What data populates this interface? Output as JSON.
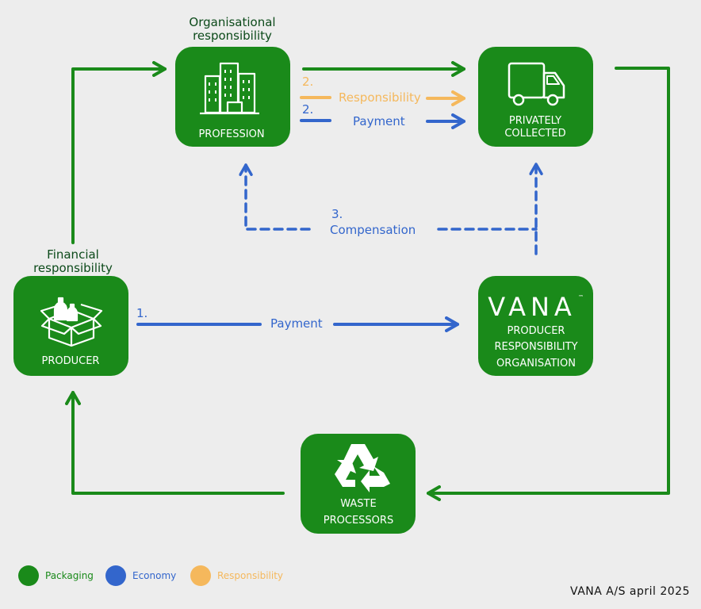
{
  "boxes": {
    "profession": {
      "caption_lines": [
        "Organisational",
        "responsibility"
      ],
      "label_lines": [
        "PROFESSION"
      ]
    },
    "privately_collected": {
      "label_lines": [
        "PRIVATELY",
        "COLLECTED"
      ]
    },
    "producer": {
      "caption_lines": [
        "Financial",
        "responsibility"
      ],
      "label_lines": [
        "PRODUCER"
      ]
    },
    "vana": {
      "logo_text": "VANA",
      "trademark": "™",
      "label_lines": [
        "PRODUCER",
        "RESPONSIBILITY",
        "ORGANISATION"
      ]
    },
    "waste": {
      "label_lines": [
        "WASTE",
        "PROCESSORS"
      ]
    }
  },
  "flows": {
    "responsibility": {
      "number": "2.",
      "label": "Responsibility"
    },
    "payment_2": {
      "number": "2.",
      "label": "Payment"
    },
    "compensation": {
      "number": "3.",
      "label": "Compensation"
    },
    "payment_1": {
      "number": "1.",
      "label": "Payment"
    }
  },
  "legend": [
    {
      "label": "Packaging",
      "color": "#1a8a1a"
    },
    {
      "label": "Economy",
      "color": "#3366cc"
    },
    {
      "label": "Responsibility",
      "color": "#f5b85c"
    }
  ],
  "colors": {
    "green": "#1a8a1a",
    "blue": "#3366cc",
    "orange": "#f5b85c",
    "background": "#ededed"
  },
  "footer": "VANA A/S april 2025"
}
